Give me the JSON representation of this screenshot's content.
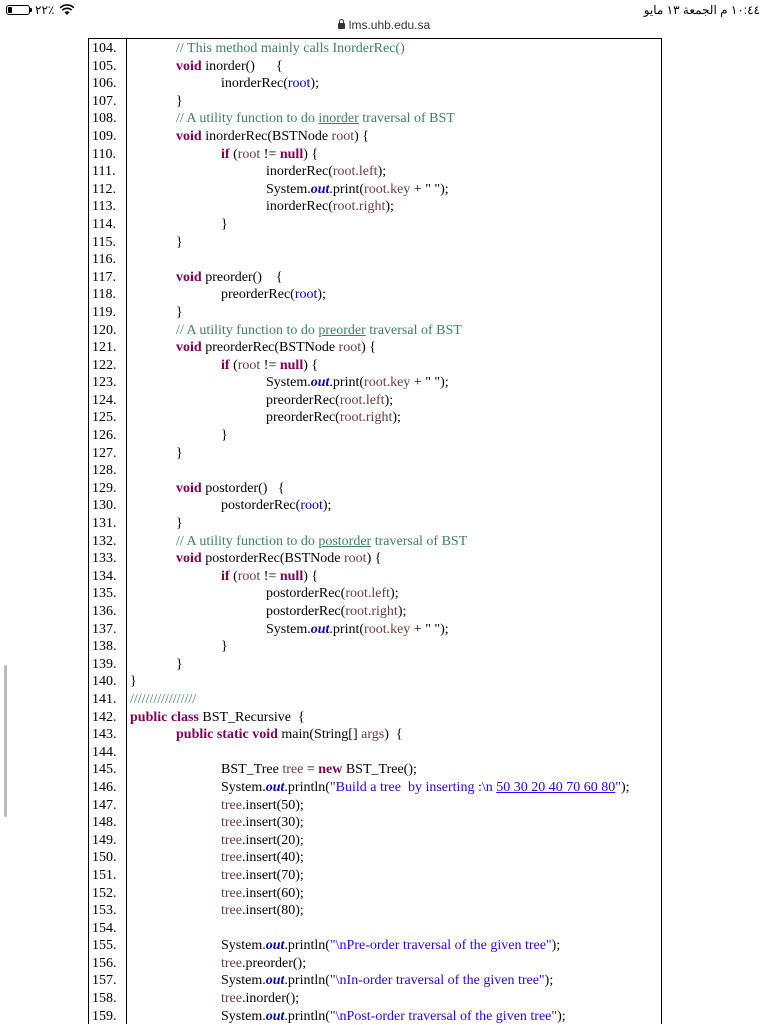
{
  "status": {
    "battery": "٢٢٪",
    "battery_level": 0.22,
    "time_date": "١٠:٤٤ م  الجمعة ١٣ مايو"
  },
  "browser": {
    "url": "lms.uhb.edu.sa"
  },
  "code": {
    "line_numbers": [
      "104.",
      "105.",
      "106.",
      "107.",
      "108.",
      "109.",
      "110.",
      "111.",
      "112.",
      "113.",
      "114.",
      "115.",
      "116.",
      "117.",
      "118.",
      "119.",
      "120.",
      "121.",
      "122.",
      "123.",
      "124.",
      "125.",
      "126.",
      "127.",
      "128.",
      "129.",
      "130.",
      "131.",
      "132.",
      "133.",
      "134.",
      "135.",
      "136.",
      "137.",
      "138.",
      "139.",
      "140.",
      "141.",
      "142.",
      "143.",
      "144.",
      "145.",
      "146.",
      "147.",
      "148.",
      "149.",
      "150.",
      "151.",
      "152.",
      "153.",
      "154.",
      "155.",
      "156.",
      "157.",
      "158.",
      "159."
    ],
    "t": {
      "c104": "// This method mainly calls InorderRec()",
      "void": "void",
      "inorder_sig": " inorder()      {",
      "inorderRec_call": "inorderRec(",
      "root": "root",
      "close_call": ");",
      "rbrace": "}",
      "c108a": "// A utility function to do ",
      "c108b": "inorder",
      "c108c": " traversal of BST",
      "inorderRec_sig": " inorderRec(BSTNode ",
      "sig_end": ") {",
      "if": "if",
      "if_open": " (",
      "neq": " != ",
      "null": "null",
      "root_left": "root.left",
      "root_right": "root.right",
      "root_key": "root.key",
      "system": "System.",
      "out": "out",
      "print_open": ".print(",
      "println_open": ".println(",
      "plus_space": " + \" \");",
      "preorder_sig": " preorder()    {",
      "preorderRec_call": "preorderRec(",
      "c120b": "preorder",
      "preorderRec_sig": " preorderRec(BSTNode ",
      "postorder_sig": " postorder()   {",
      "postorderRec_call": "postorderRec(",
      "c132b": "postorder",
      "postorderRec_sig": " postorderRec(BSTNode ",
      "slashes": "/////////////////",
      "public_class": "public class",
      "class_name": " BST_Recursive  {",
      "public_static_void": "public static void",
      "main_sig": " main(String[] ",
      "args": "args",
      "main_end": ")  {",
      "bst_tree": "BST_Tree ",
      "tree": "tree",
      "assign": " = ",
      "new": "new",
      "new_tree": " BST_Tree();",
      "str146a": "\"Build a tree  by inserting :\\n ",
      "str146b": "50 30 20 40 70 60 80",
      "str146c": "\"",
      "end_paren": ");",
      "insert50": ".insert(50);",
      "insert30": ".insert(30);",
      "insert20": ".insert(20);",
      "insert40": ".insert(40);",
      "insert70": ".insert(70);",
      "insert60": ".insert(60);",
      "insert80": ".insert(80);",
      "str155": "\"\\nPre-order traversal of the given tree\"",
      "preorder_call": ".preorder();",
      "str157": "\"\\nIn-order traversal of the given tree\"",
      "inorder_call": ".inorder();",
      "str159": "\"\\nPost-order traversal of the given tree\""
    }
  }
}
